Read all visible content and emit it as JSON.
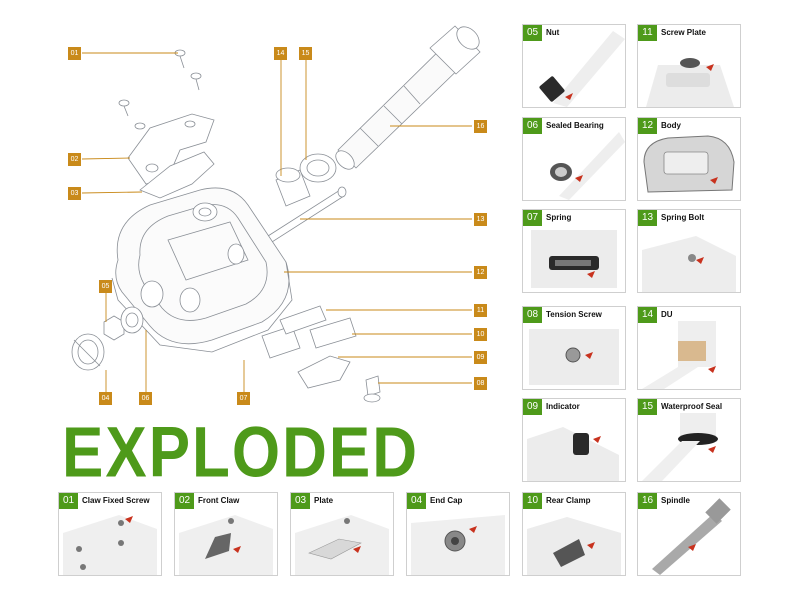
{
  "title": "EXPLODED",
  "colors": {
    "accent_green": "#4e9a1a",
    "callout_orange": "#c98a1a",
    "arrow_red": "#c8321e"
  },
  "callouts": [
    {
      "id": "01",
      "name": "claw-fixed-screw"
    },
    {
      "id": "02",
      "name": "front-claw"
    },
    {
      "id": "03",
      "name": "plate"
    },
    {
      "id": "04",
      "name": "end-cap"
    },
    {
      "id": "05",
      "name": "nut"
    },
    {
      "id": "06",
      "name": "sealed-bearing"
    },
    {
      "id": "07",
      "name": "spring"
    },
    {
      "id": "08",
      "name": "tension-screw"
    },
    {
      "id": "09",
      "name": "indicator"
    },
    {
      "id": "10",
      "name": "rear-clamp"
    },
    {
      "id": "11",
      "name": "screw-plate"
    },
    {
      "id": "12",
      "name": "body"
    },
    {
      "id": "13",
      "name": "spring-bolt"
    },
    {
      "id": "14",
      "name": "du"
    },
    {
      "id": "15",
      "name": "waterproof-seal"
    },
    {
      "id": "16",
      "name": "spindle"
    }
  ],
  "cards": [
    {
      "num": "05",
      "label": "Nut"
    },
    {
      "num": "11",
      "label": "Screw Plate"
    },
    {
      "num": "06",
      "label": "Sealed Bearing"
    },
    {
      "num": "12",
      "label": "Body"
    },
    {
      "num": "07",
      "label": "Spring"
    },
    {
      "num": "13",
      "label": "Spring Bolt"
    },
    {
      "num": "08",
      "label": "Tension Screw"
    },
    {
      "num": "14",
      "label": "DU"
    },
    {
      "num": "09",
      "label": "Indicator"
    },
    {
      "num": "15",
      "label": "Waterproof Seal"
    },
    {
      "num": "10",
      "label": "Rear Clamp"
    },
    {
      "num": "16",
      "label": "Spindle"
    },
    {
      "num": "01",
      "label": "Claw Fixed Screw"
    },
    {
      "num": "02",
      "label": "Front Claw"
    },
    {
      "num": "03",
      "label": "Plate"
    },
    {
      "num": "04",
      "label": "End Cap"
    }
  ]
}
